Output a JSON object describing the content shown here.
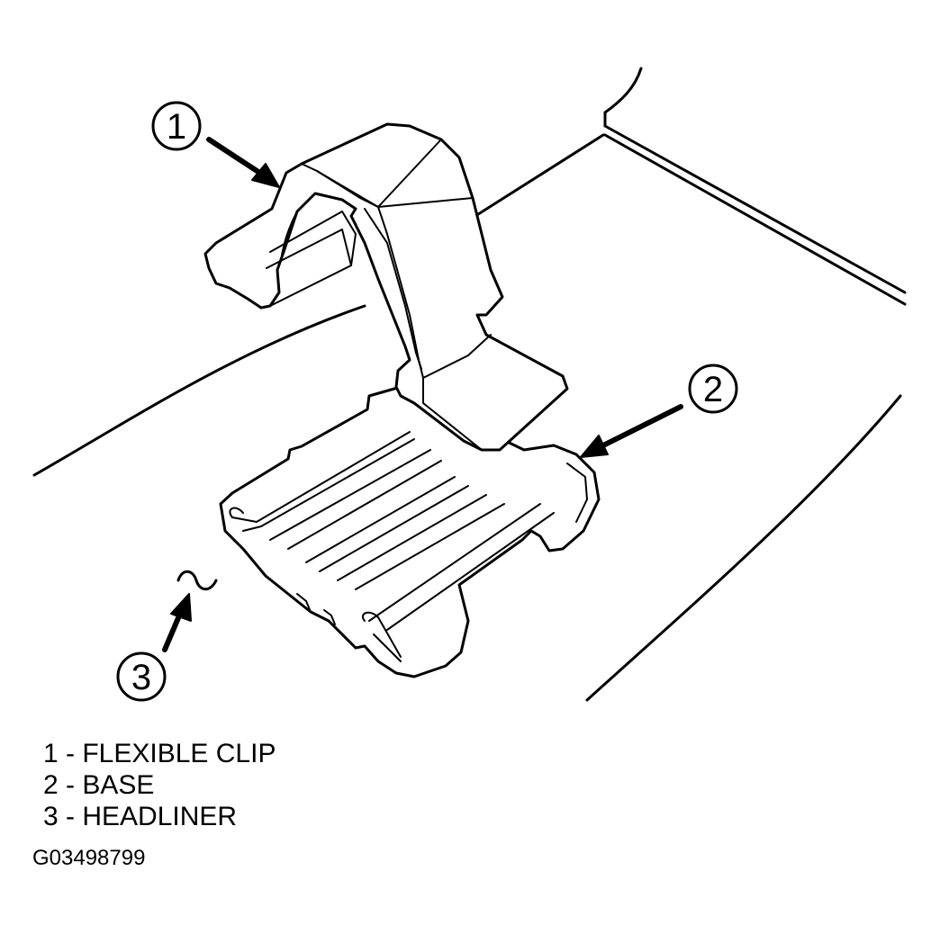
{
  "callouts": {
    "c1": "1",
    "c2": "2",
    "c3": "3"
  },
  "legend": [
    {
      "number": "1",
      "label": "FLEXIBLE CLIP"
    },
    {
      "number": "2",
      "label": "BASE"
    },
    {
      "number": "3",
      "label": "HEADLINER"
    }
  ],
  "figure_id": "G03498799"
}
